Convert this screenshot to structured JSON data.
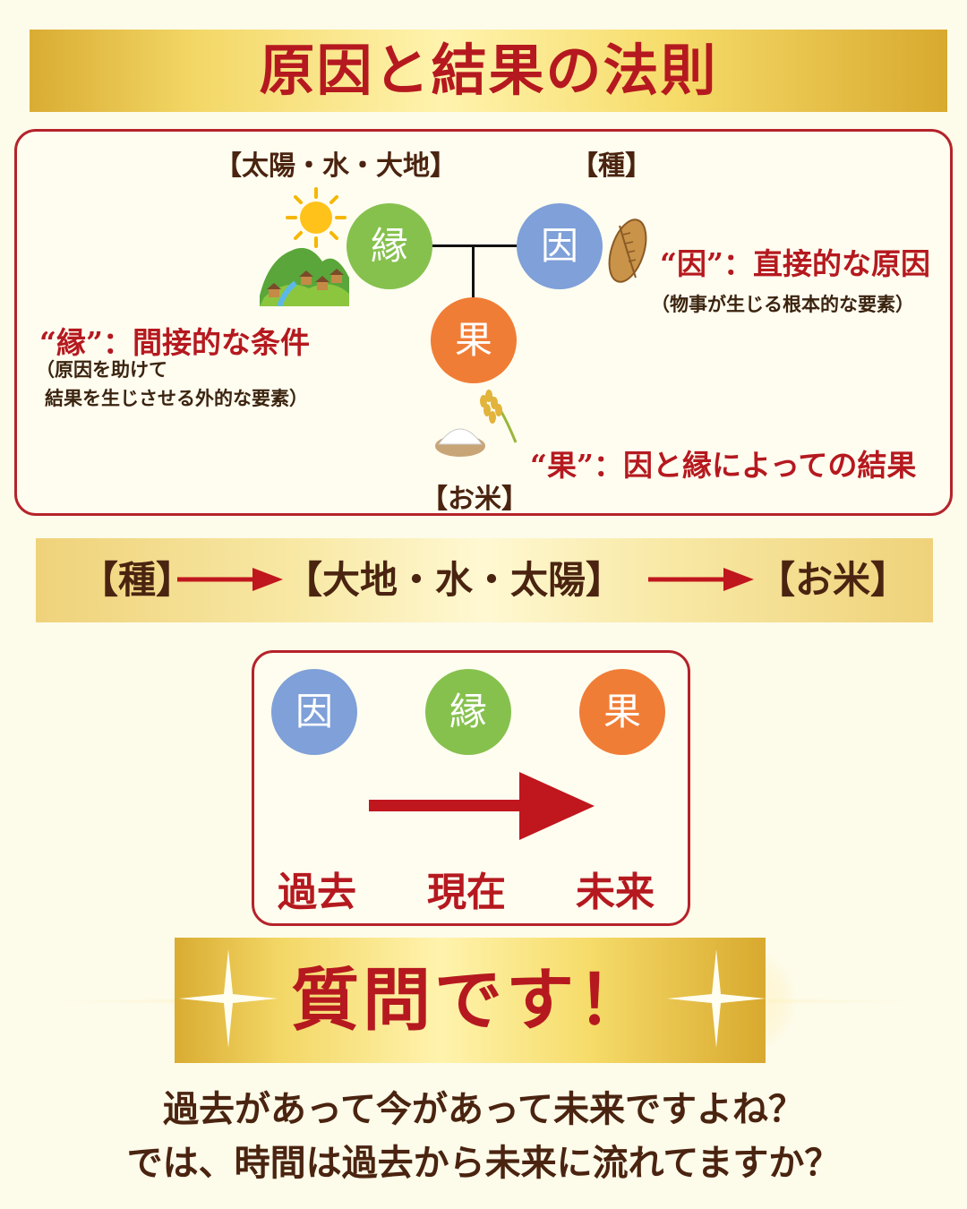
{
  "title": "原因と結果の法則",
  "diagram": {
    "label_en_group": "【太陽・水・大地】",
    "label_seed": "【種】",
    "label_rice": "【お米】",
    "circle_en": "縁",
    "circle_in": "因",
    "circle_ka": "果",
    "in_heading": "“因”：直接的な原因",
    "in_note": "（物事が生じる根本的な要素）",
    "en_heading": "“縁”：間接的な条件",
    "en_note_1": "（原因を助けて",
    "en_note_2": "結果を生じさせる外的な要素）",
    "ka_heading": "“果”：因と縁によっての結果"
  },
  "flow": {
    "item1": "【種】",
    "item2": "【大地・水・太陽】",
    "item3": "【お米】"
  },
  "timeline": {
    "circle1": "因",
    "circle2": "縁",
    "circle3": "果",
    "past": "過去",
    "present": "現在",
    "future": "未来"
  },
  "question": {
    "banner": "質問です！",
    "line1": "過去があって今があって未来ですよね？",
    "line2": "では、時間は過去から未来に流れてますか？"
  },
  "colors": {
    "accent_red": "#b5191f",
    "text_brown": "#4a2410",
    "circle_blue": "#7fa0d8",
    "circle_green": "#86c14e",
    "circle_orange": "#f07d36"
  }
}
